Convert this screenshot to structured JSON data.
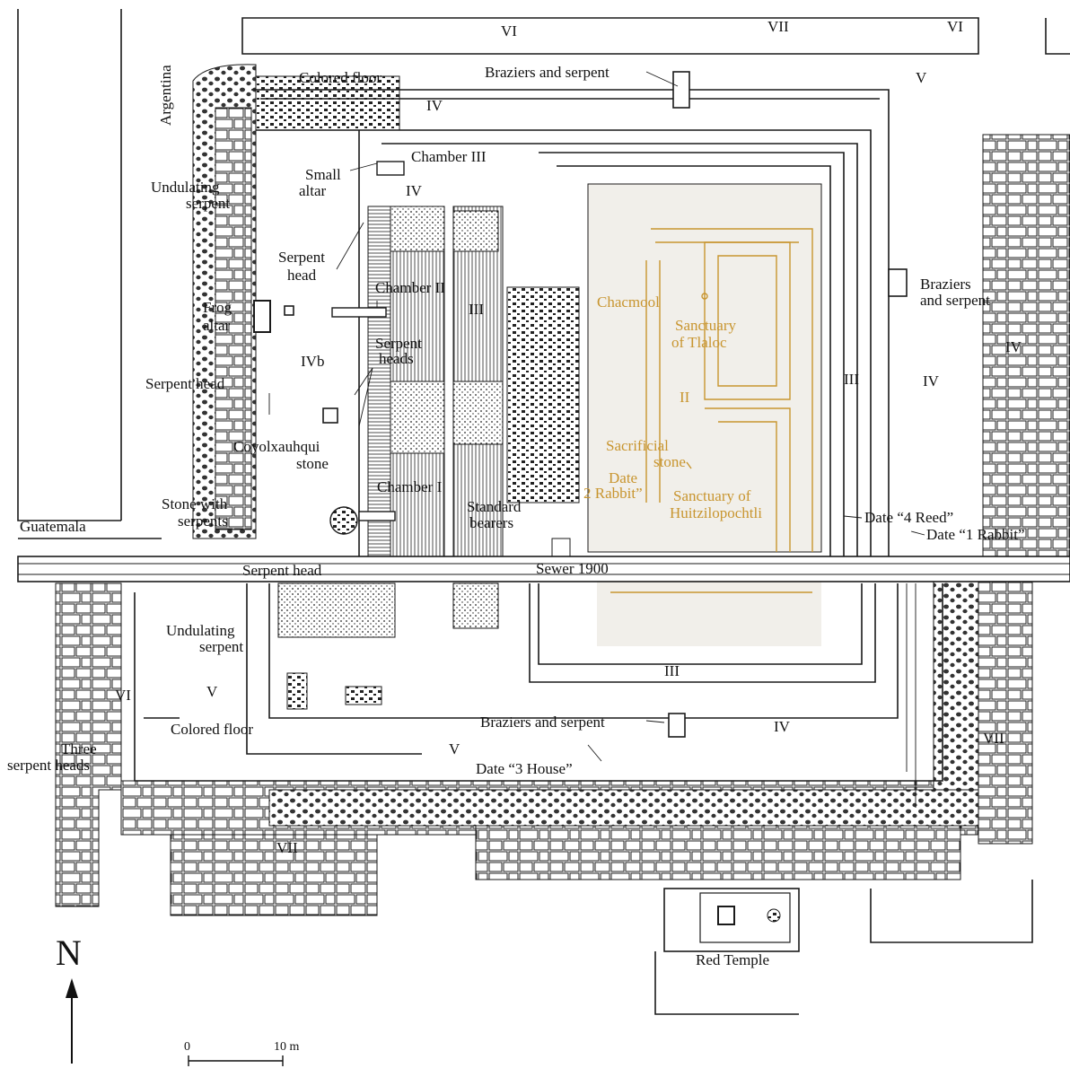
{
  "labels": {
    "argentina": "Argentina",
    "guatemala": "Guatemala",
    "colored_floor_n": "Colored floor",
    "colored_floor_s": "Colored floor",
    "braziers_serpent_n": "Braziers and serpent",
    "braziers_serpent_s": "Braziers and serpent",
    "braziers_e_1": "Braziers",
    "braziers_e_2": "and serpent",
    "small_altar_1": "Small",
    "small_altar_2": "altar",
    "chamber_iii": "Chamber III",
    "chamber_ii": "Chamber II",
    "chamber_i": "Chamber I",
    "undulating_serpent_n_1": "Undulating",
    "undulating_serpent_n_2": "serpent",
    "undulating_serpent_s_1": "Undulating",
    "undulating_serpent_s_2": "serpent",
    "serpent_head_1": "Serpent",
    "serpent_head_2": "head",
    "frog_altar_1": "Frog",
    "frog_altar_2": "altar",
    "serpent_heads_1": "Serpent",
    "serpent_heads_2": "heads",
    "serpent_head_w": "Serpent head",
    "coyolxauhqui_1": "Coyolxauhqui",
    "coyolxauhqui_2": "stone",
    "stone_serpents_1": "Stone with",
    "stone_serpents_2": "serpents",
    "standard_bearers_1": "Standard",
    "standard_bearers_2": "bearers",
    "sewer": "Sewer 1900",
    "serpent_head_s": "Serpent head",
    "three_serpent_1": "Three",
    "three_serpent_2": "serpent heads",
    "date_3_house": "Date “3 House”",
    "date_4_reed": "Date “4 Reed”",
    "date_1_rabbit": "Date “1 Rabbit”",
    "red_temple": "Red Temple",
    "north": "N",
    "scale_0": "0",
    "scale_10": "10 m"
  },
  "gold_labels": {
    "chacmool": "Chacmool",
    "sanctuary_tlaloc_1": "Sanctuary",
    "sanctuary_tlaloc_2": "of Tlaloc",
    "stage_ii": "II",
    "sacrificial_1": "Sacrificial",
    "sacrificial_2": "stone",
    "date_2_rabbit_1": "Date",
    "date_2_rabbit_2": "2 Rabbit”",
    "sanctuary_huitz_1": "Sanctuary of",
    "sanctuary_huitz_2": "Huitzilopochtli"
  },
  "stages": {
    "vi_n": "VI",
    "vii_n": "VII",
    "vi_ne": "VI",
    "v_ne": "V",
    "iv_nw": "IV",
    "iv_n": "IV",
    "ivb": "IVb",
    "iii_w": "III",
    "iii_e": "III",
    "iv_e": "IV",
    "iv_far_e": "IV",
    "iii_s": "III",
    "iv_s": "IV",
    "v_sw": "V",
    "vi_sw": "VI",
    "v_s": "V",
    "vii_se": "VII",
    "vii_sw": "VII"
  },
  "colors": {
    "ink": "#1a1a1a",
    "gold": "#c8952f",
    "shade": "#f1efea"
  }
}
